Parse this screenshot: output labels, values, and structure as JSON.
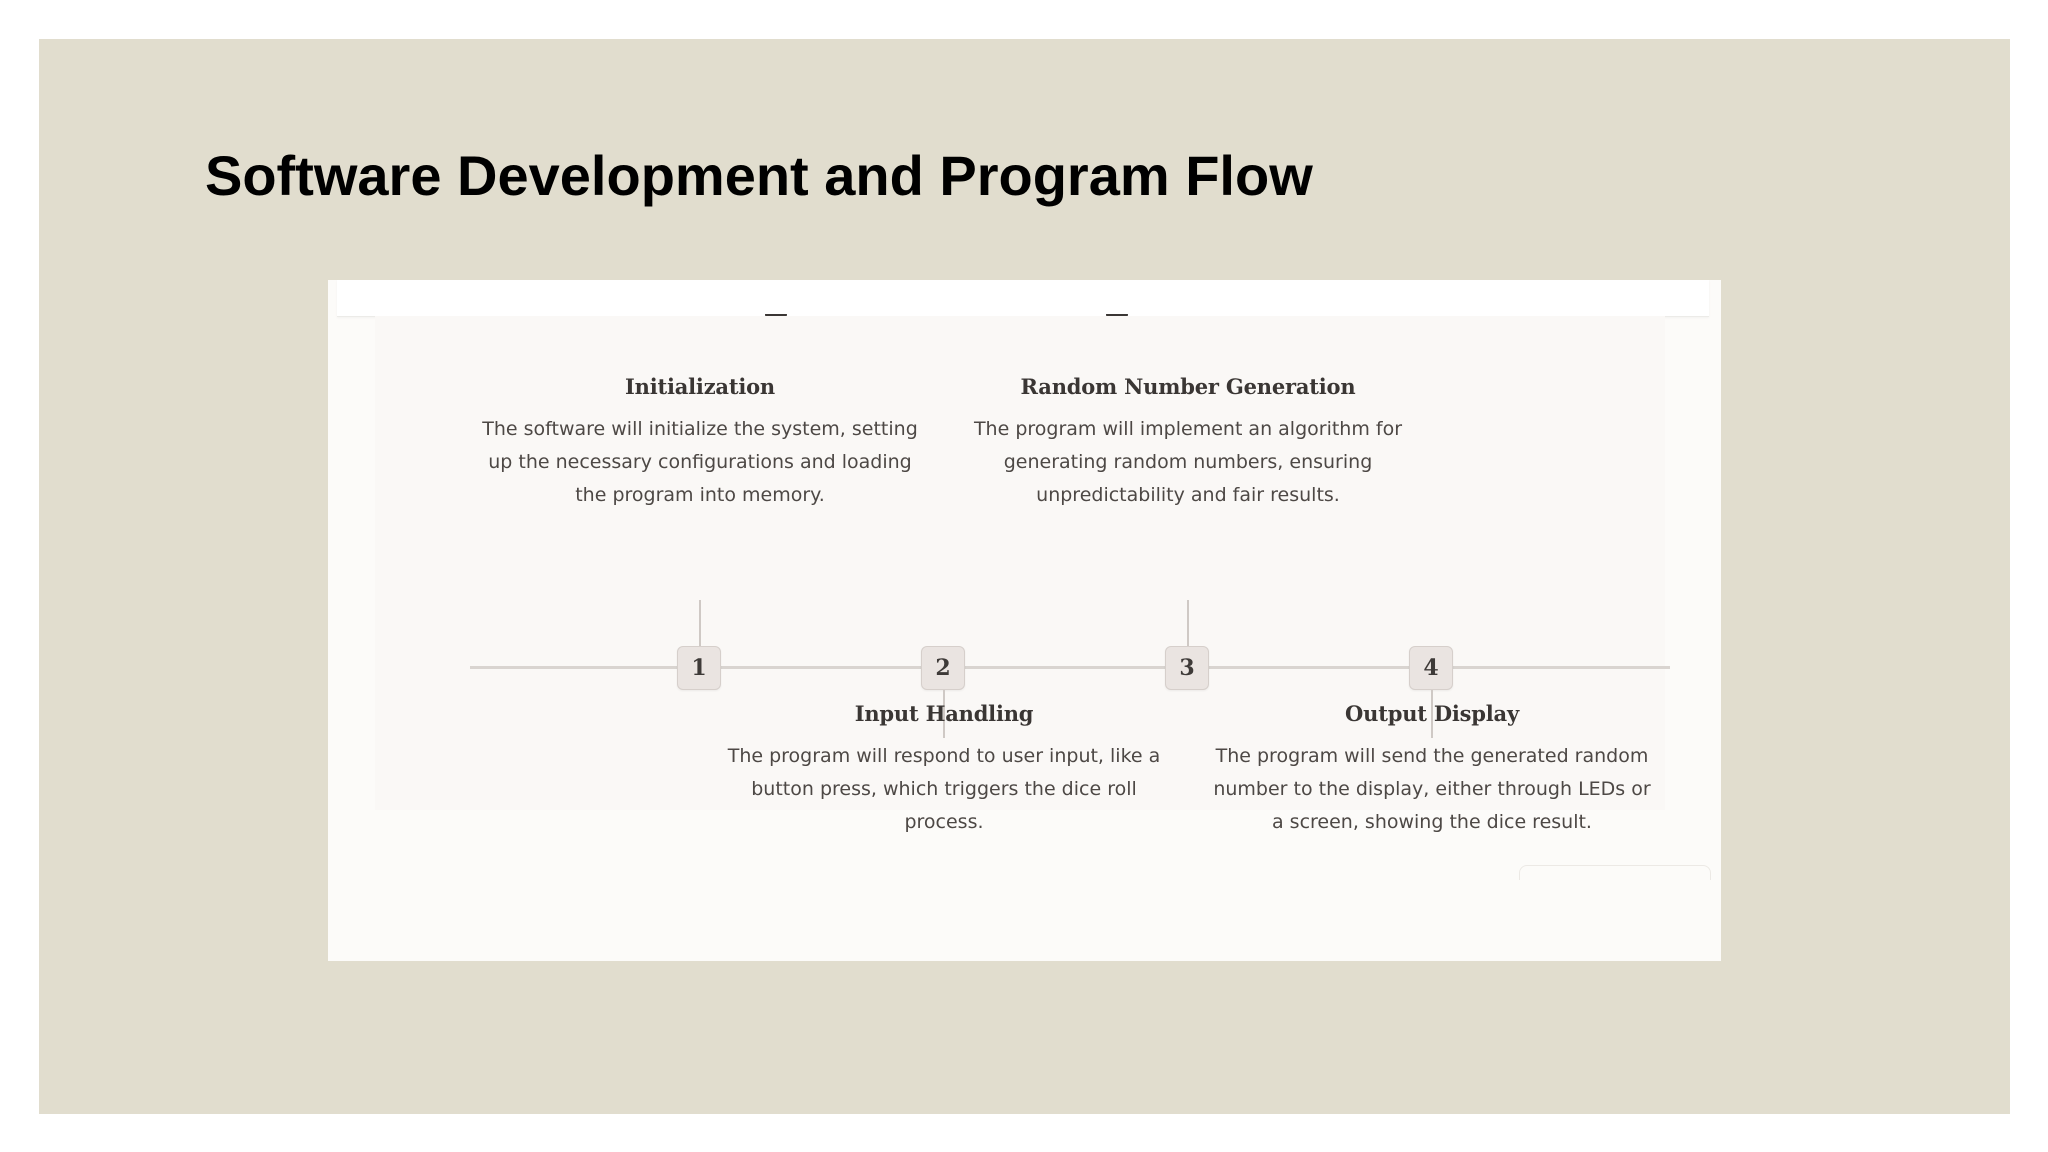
{
  "slide": {
    "title": "Software Development and Program Flow"
  },
  "timeline": {
    "steps": [
      {
        "number": "1",
        "title": "Initialization",
        "description": "The software will initialize the system, setting up the necessary configurations and loading the program into memory."
      },
      {
        "number": "2",
        "title": "Input Handling",
        "description": "The program will respond to user input, like a button press, which triggers the dice roll process."
      },
      {
        "number": "3",
        "title": "Random Number Generation",
        "description": "The program will implement an algorithm for generating random numbers, ensuring unpredictability and fair results."
      },
      {
        "number": "4",
        "title": "Output Display",
        "description": "The program will send the generated random number to the display, either through LEDs or a screen, showing the dice result."
      }
    ]
  }
}
